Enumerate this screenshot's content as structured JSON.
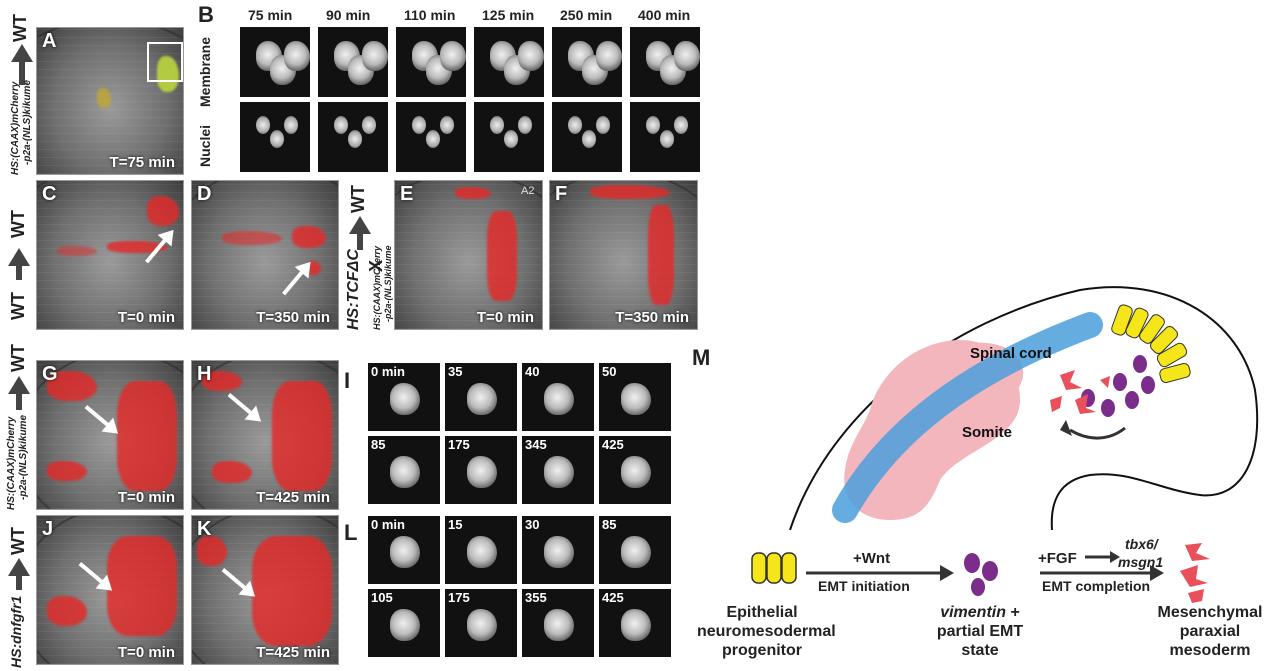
{
  "panels": {
    "A": {
      "letter": "A",
      "time": "T=75 min"
    },
    "C": {
      "letter": "C",
      "time": "T=0 min"
    },
    "D": {
      "letter": "D",
      "time": "T=350 min"
    },
    "E": {
      "letter": "E",
      "time": "T=0 min"
    },
    "F": {
      "letter": "F",
      "time": "T=350 min"
    },
    "G": {
      "letter": "G",
      "time": "T=0 min"
    },
    "H": {
      "letter": "H",
      "time": "T=425 min"
    },
    "J": {
      "letter": "J",
      "time": "T=0 min"
    },
    "K": {
      "letter": "K",
      "time": "T=425 min"
    }
  },
  "panel_B": {
    "letter": "B",
    "times": [
      "75 min",
      "90 min",
      "110 min",
      "125 min",
      "250 min",
      "400 min"
    ],
    "rows": [
      "Membrane",
      "Nuclei"
    ]
  },
  "panel_I": {
    "letter": "I",
    "labels": [
      "0 min",
      "35",
      "40",
      "50",
      "85",
      "175",
      "345",
      "425"
    ]
  },
  "panel_L": {
    "letter": "L",
    "labels": [
      "0 min",
      "15",
      "30",
      "85",
      "105",
      "175",
      "355",
      "425"
    ]
  },
  "side_labels": {
    "wt": "WT",
    "transgene_top": "HS:(CAAX)mCherry",
    "transgene_bottom": "-p2a-(NLS)kikume",
    "tcf": "HS:TCFΔC",
    "x": "X",
    "dnfgfr": "HS:dnfgfr1",
    "inset": "A2"
  },
  "schematic": {
    "letter": "M",
    "spinal_cord": "Spinal cord",
    "somite": "Somite",
    "stage1": [
      "Epithelial",
      "neuromesodermal",
      "progenitor"
    ],
    "arrow1_top": "+Wnt",
    "arrow1_bottom": "EMT initiation",
    "stage2_line1_italic": "vimentin",
    "stage2_line1_suffix": " +",
    "stage2_line2": "partial EMT",
    "stage2_line3": "state",
    "arrow2_top": "+FGF",
    "genes": [
      "tbx6/",
      "msgn1"
    ],
    "arrow2_bottom": "EMT completion",
    "stage3": [
      "Mesenchymal",
      "paraxial",
      "mesoderm"
    ],
    "colors": {
      "epithelial": "#f5e61a",
      "partial": "#7b2d8b",
      "mesenchymal": "#e8505b",
      "spinal": "#4a9fdc",
      "somite": "#f4b6bd"
    }
  }
}
